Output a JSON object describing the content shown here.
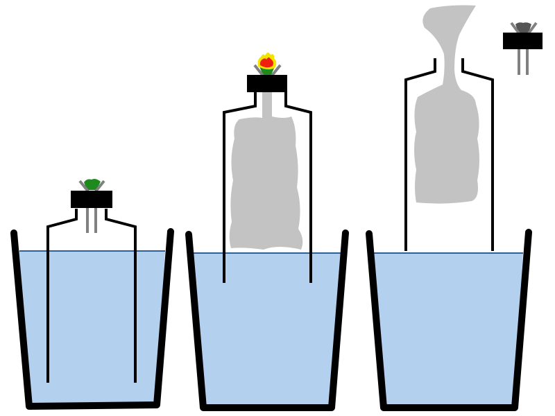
{
  "colors": {
    "water": "#b3d0ee",
    "water_line": "#2d5f96",
    "outline": "#000000",
    "smoke": "#c3c3c3",
    "tube": "#808080",
    "green_powder": "#1e8a1e",
    "flame_outer": "#f4e400",
    "flame_inner": "#f02010",
    "ash": "#555555"
  },
  "stages": [
    {
      "name": "before-ignition",
      "flame": false
    },
    {
      "name": "burning",
      "flame": true
    },
    {
      "name": "after-burning",
      "flame": false
    }
  ]
}
